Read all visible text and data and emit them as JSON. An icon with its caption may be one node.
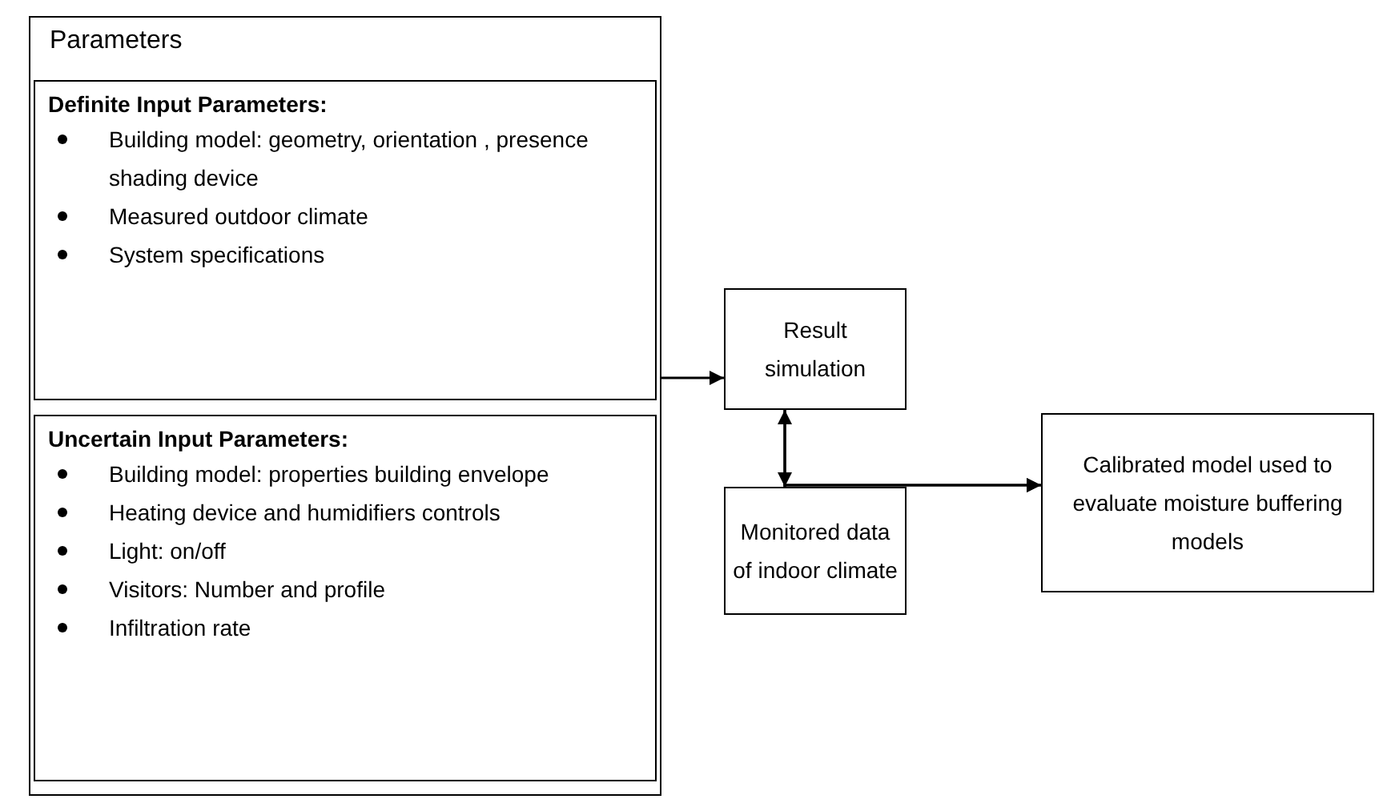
{
  "diagram": {
    "nodes": [
      {
        "text": [
          "Parameters"
        ]
      },
      {
        "text": [
          "Definite Input Parameters:",
          "Building model: geometry, orientation , presence shading device",
          "Measured outdoor climate",
          "System specifications"
        ],
        "in": 0
      },
      {
        "text": [
          "Uncertain Input Parameters:",
          "Building model: properties building envelope",
          "Heating device and humidifiers controls",
          "Light: on/off",
          "Visitors: Number and profile",
          "Infiltration rate"
        ],
        "in": 0
      },
      {
        "text": [
          "Result simulation"
        ]
      },
      {
        "text": [
          "Monitored data of indoor climate"
        ]
      },
      {
        "text": [
          "Calibrated model used to evaluate moisture buffering models"
        ]
      }
    ],
    "edges": [
      {
        "from": 0,
        "to": 3,
        "arrow": "to"
      },
      {
        "from": 3,
        "to": 4,
        "arrow": "both"
      },
      {
        "from": 3,
        "to": 5,
        "arrow": "to"
      },
      {
        "from": 4,
        "to": 5,
        "arrow": "to"
      }
    ]
  }
}
